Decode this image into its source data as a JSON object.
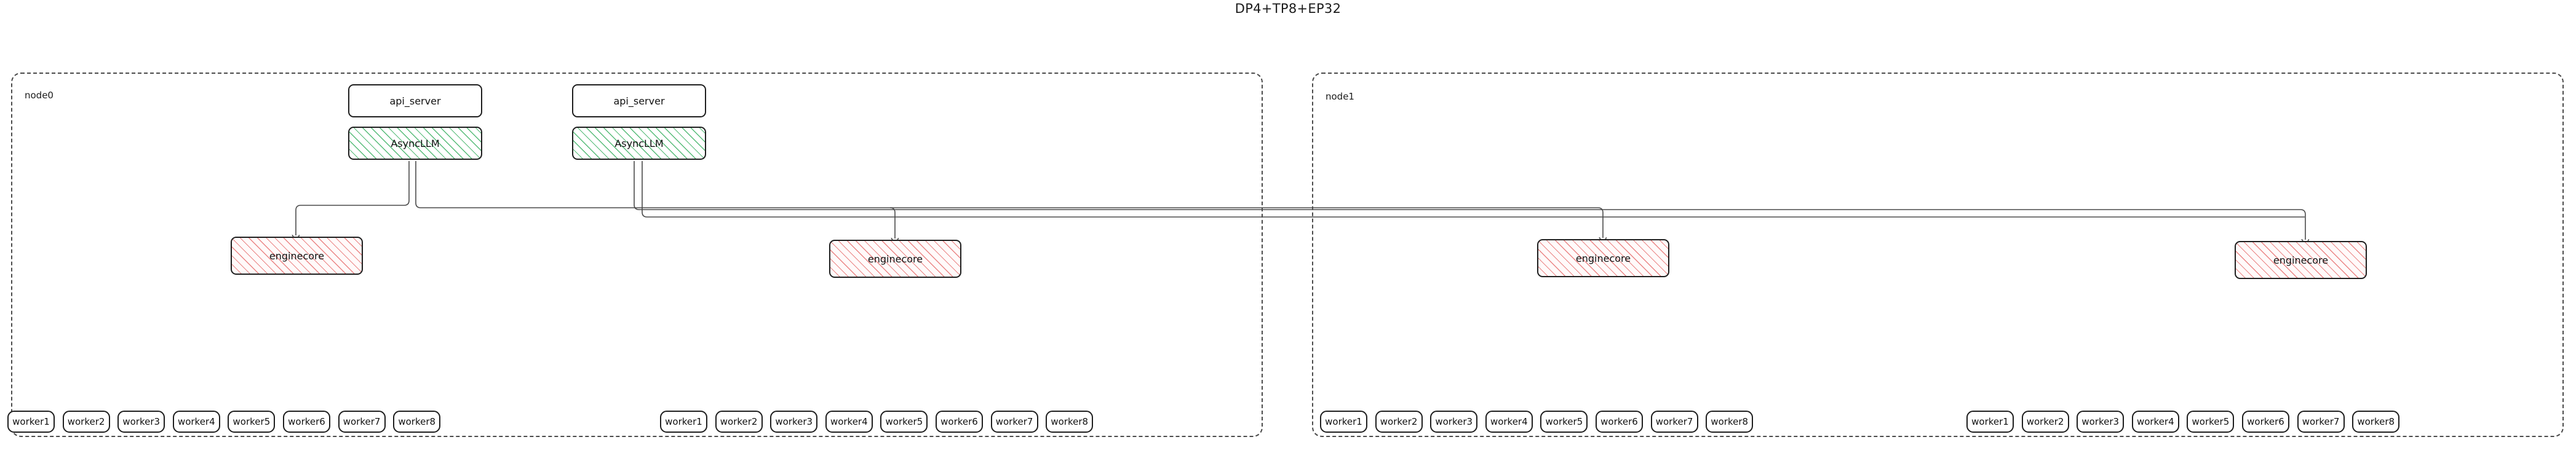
{
  "title": "DP4+TP8+EP32",
  "nodes": [
    {
      "id": "node0",
      "label": "node0",
      "api_servers": [
        {
          "api_label": "api_server",
          "async_label": "AsyncLLM"
        },
        {
          "api_label": "api_server",
          "async_label": "AsyncLLM"
        }
      ],
      "enginecores": [
        {
          "label": "enginecore"
        },
        {
          "label": "enginecore"
        }
      ],
      "worker_groups": [
        {
          "workers": [
            "worker1",
            "worker2",
            "worker3",
            "worker4",
            "worker5",
            "worker6",
            "worker7",
            "worker8"
          ]
        },
        {
          "workers": [
            "worker1",
            "worker2",
            "worker3",
            "worker4",
            "worker5",
            "worker6",
            "worker7",
            "worker8"
          ]
        }
      ]
    },
    {
      "id": "node1",
      "label": "node1",
      "api_servers": [],
      "enginecores": [
        {
          "label": "enginecore"
        },
        {
          "label": "enginecore"
        }
      ],
      "worker_groups": [
        {
          "workers": [
            "worker1",
            "worker2",
            "worker3",
            "worker4",
            "worker5",
            "worker6",
            "worker7",
            "worker8"
          ]
        },
        {
          "workers": [
            "worker1",
            "worker2",
            "worker3",
            "worker4",
            "worker5",
            "worker6",
            "worker7",
            "worker8"
          ]
        }
      ]
    }
  ],
  "colors": {
    "asyncllm_hatch": "#38b060",
    "enginecore_hatch": "#e97878",
    "node_border": "#4b4b4b",
    "box_border": "#1f1f1f",
    "wire": "#4a4a4a",
    "text": "#1a1a1a",
    "background": "#ffffff"
  }
}
